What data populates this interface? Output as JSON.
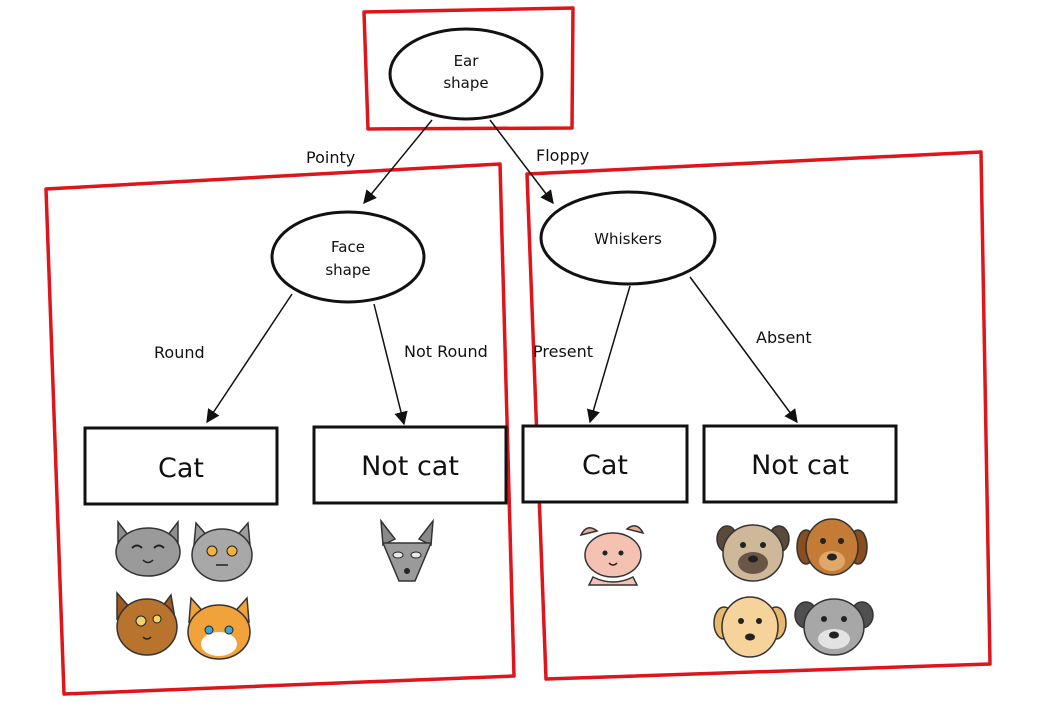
{
  "colors": {
    "highlight": "#e0141b",
    "ink": "#111111",
    "cat_gray": "#9a9a9a",
    "cat_brown": "#b8732d",
    "cat_orange": "#f2a23a",
    "cat_pink": "#f3c2b3",
    "dog_tan": "#cfb89a",
    "dog_brown": "#c47b35",
    "dog_yellow": "#f6d39a",
    "dog_gray": "#a7a7a7"
  },
  "diagram": {
    "root": {
      "label_line1": "Ear",
      "label_line2": "shape"
    },
    "edges": {
      "pointy": "Pointy",
      "floppy": "Floppy",
      "round": "Round",
      "not_round": "Not Round",
      "present": "Present",
      "absent": "Absent"
    },
    "face_node": {
      "label_line1": "Face",
      "label_line2": "shape"
    },
    "whiskers_node": {
      "label": "Whiskers"
    },
    "leaves": {
      "leaf1": "Cat",
      "leaf2": "Not cat",
      "leaf3": "Cat",
      "leaf4": "Not cat"
    },
    "animals": {
      "leaf1": [
        "cat-gray-icon",
        "cat-gray-icon",
        "cat-brown-icon",
        "cat-orange-icon"
      ],
      "leaf2": [
        "cat-gray-icon"
      ],
      "leaf3": [
        "cat-pink-icon"
      ],
      "leaf4": [
        "dog-tan-icon",
        "dog-brown-icon",
        "dog-yellow-icon",
        "dog-gray-icon"
      ]
    }
  }
}
